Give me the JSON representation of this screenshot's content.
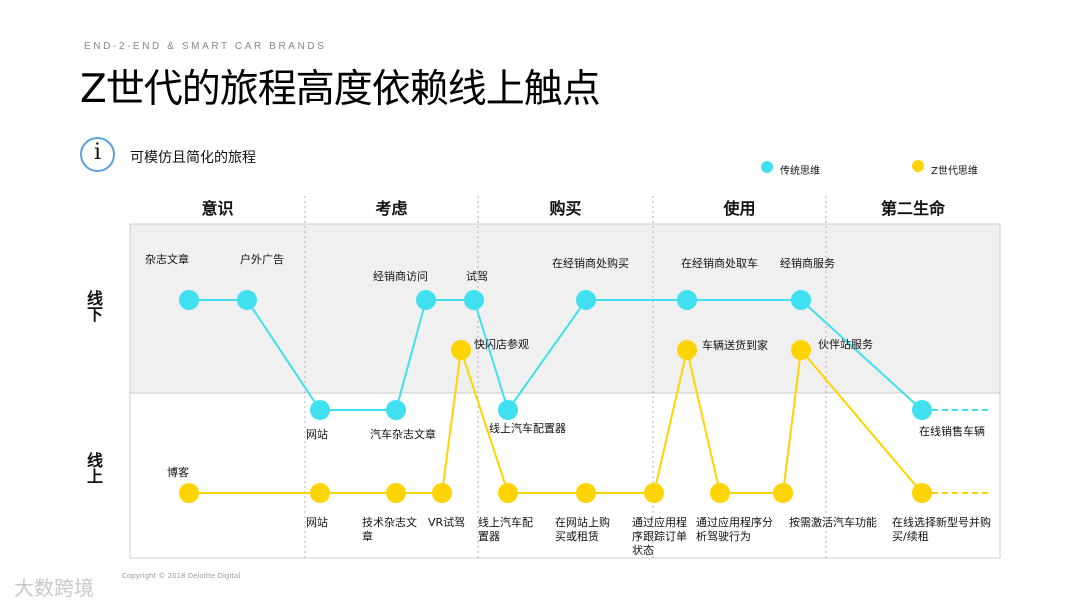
{
  "header": {
    "kicker": "END-2-END & SMART CAR BRANDS",
    "title": "Z世代的旅程高度依赖线上触点",
    "info_icon_glyph": "i",
    "subtitle": "可模仿且简化的旅程"
  },
  "legend": [
    {
      "label": "传统思维",
      "color": "#40e0f0"
    },
    {
      "label": "Z世代思维",
      "color": "#ffd400"
    }
  ],
  "stages": [
    "意识",
    "考虑",
    "购买",
    "使用",
    "第二生命"
  ],
  "rows": [
    "线下",
    "线上"
  ],
  "traditional_nodes": [
    "杂志文章",
    "户外广告",
    "网站",
    "汽车杂志文章",
    "经销商访问",
    "试驾",
    "线上汽车配置器",
    "在经销商处购买",
    "在经销商处取车",
    "经销商服务",
    "在线销售车辆"
  ],
  "genz_nodes": [
    "博客",
    "网站",
    "技术杂志文章",
    "VR试驾",
    "快闪店参观",
    "线上汽车配置器",
    "在网站上购买或租赁",
    "通过应用程序跟踪订单状态",
    "车辆送货到家",
    "通过应用程序分析驾驶行为",
    "伙伴站服务",
    "按需激活汽车功能",
    "在线选择新型号并购买/续租"
  ],
  "footer": {
    "copyright": "Copyright © 2018 Deloitte Digital",
    "watermark": "大数跨境"
  }
}
